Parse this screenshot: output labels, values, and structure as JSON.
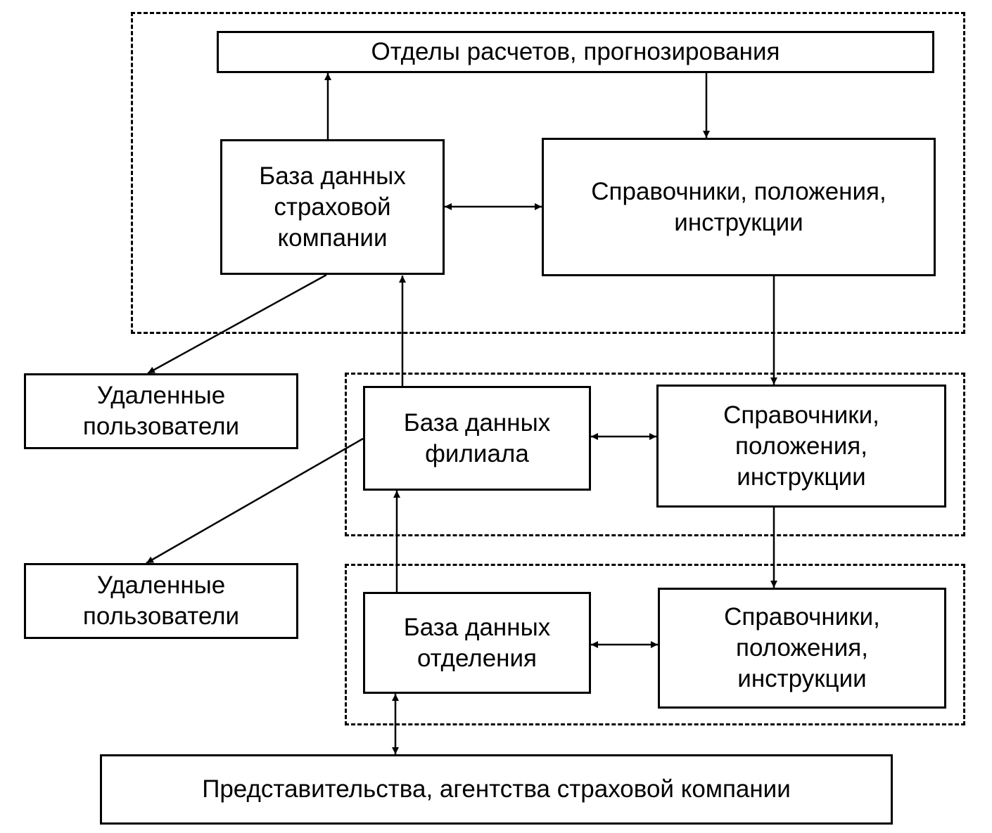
{
  "diagram": {
    "nodes": {
      "calc_departments": "Отделы расчетов, прогнозирования",
      "company_db": "База данных\nстраховой\nкомпании",
      "company_refs": "Справочники, положения,\nинструкции",
      "remote_users_1": "Удаленные\nпользователи",
      "branch_db": "База данных\nфилиала",
      "branch_refs": "Справочники,\nположения,\nинструкции",
      "remote_users_2": "Удаленные\nпользователи",
      "division_db": "База данных\nотделения",
      "division_refs": "Справочники,\nположения,\nинструкции",
      "agencies": "Представительства, агентства страховой компании"
    },
    "edges": [
      {
        "from": "company_db",
        "to": "calc_departments",
        "direction": "forward"
      },
      {
        "from": "calc_departments",
        "to": "company_refs",
        "direction": "forward"
      },
      {
        "from": "company_db",
        "to": "company_refs",
        "direction": "both"
      },
      {
        "from": "company_db",
        "to": "remote_users_1",
        "direction": "forward"
      },
      {
        "from": "branch_db",
        "to": "company_db",
        "direction": "forward"
      },
      {
        "from": "company_refs",
        "to": "branch_refs",
        "direction": "forward"
      },
      {
        "from": "branch_db",
        "to": "branch_refs",
        "direction": "both"
      },
      {
        "from": "branch_db",
        "to": "remote_users_2",
        "direction": "forward"
      },
      {
        "from": "division_db",
        "to": "branch_db",
        "direction": "forward"
      },
      {
        "from": "branch_refs",
        "to": "division_refs",
        "direction": "forward"
      },
      {
        "from": "division_db",
        "to": "division_refs",
        "direction": "both"
      },
      {
        "from": "division_db",
        "to": "agencies",
        "direction": "both"
      }
    ]
  }
}
